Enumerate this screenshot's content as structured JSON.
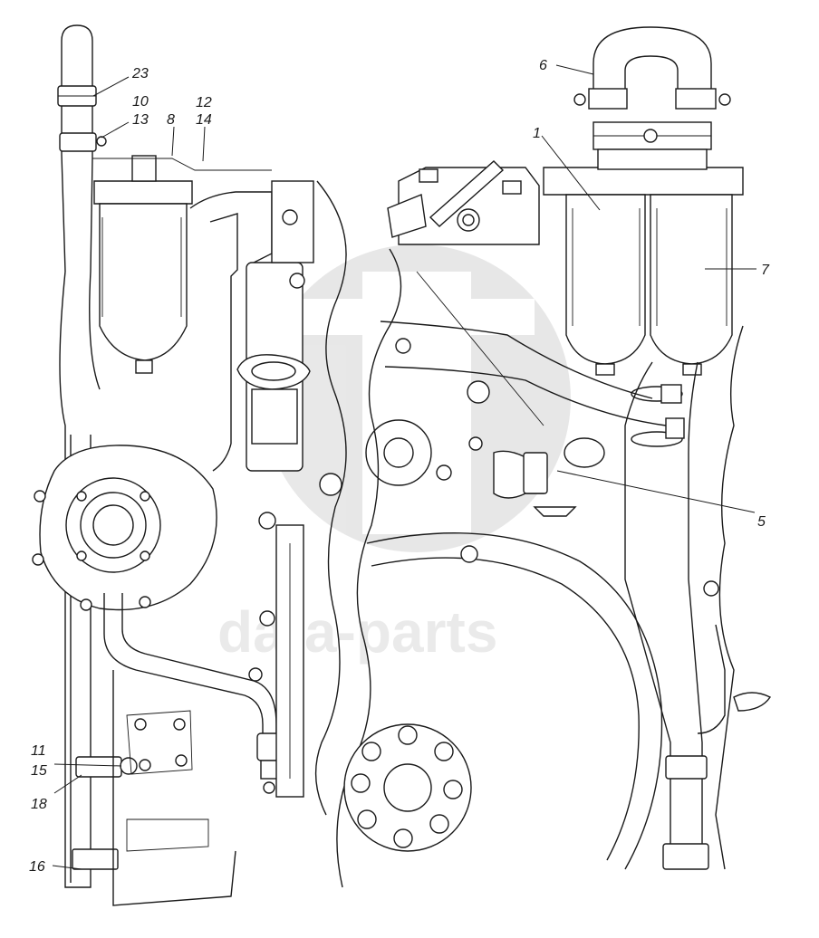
{
  "watermark": {
    "text": "data-parts"
  },
  "callouts": {
    "c23": "23",
    "c10": "10",
    "c13": "13",
    "c8": "8",
    "c12": "12",
    "c14": "14",
    "c6": "6",
    "c1": "1",
    "c7": "7",
    "c5": "5",
    "c11": "11",
    "c15": "15",
    "c18": "18",
    "c16": "16"
  }
}
